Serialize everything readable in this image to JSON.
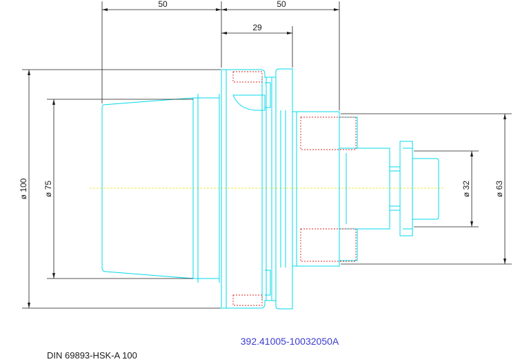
{
  "drawing": {
    "part_number": "392.41005-10032050A",
    "standard": "DIN 69893-HSK-A 100",
    "dimensions": {
      "length_left": "50",
      "length_right": "50",
      "length_flange": "29",
      "dia_flange": "ø 100",
      "dia_shank": "ø 75",
      "dia_bore": "ø 32",
      "dia_body": "ø 63"
    },
    "colors": {
      "outline": "#00d8ea",
      "hidden": "#e02020",
      "centerline": "#e8e000",
      "dimension": "#1a1a1a",
      "part_number": "#3a3ad0"
    }
  }
}
